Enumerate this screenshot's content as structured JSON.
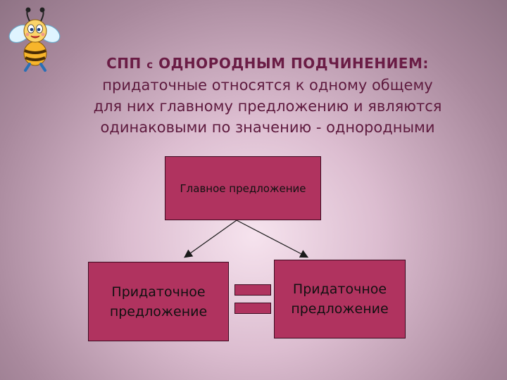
{
  "title": {
    "part1": "СПП",
    "part2": "с",
    "part3": "ОДНОРОДНЫМ ПОДЧИНЕНИЕМ:",
    "line2": "придаточные относятся  к одному общему",
    "line3": "для них главному предложению и являются",
    "line4": "одинаковыми по значению - однородными"
  },
  "diagram": {
    "main_clause": "Главное предложение",
    "sub_clause_left_line1": "Придаточное",
    "sub_clause_left_line2": "предложение",
    "sub_clause_right_line1": "Придаточное",
    "sub_clause_right_line2": "предложение",
    "relation": "equal-sign"
  },
  "colors": {
    "box_fill": "#b0335f",
    "box_border": "#3c0a20",
    "heading_text": "#6a1c45",
    "background_center": "#f6e3ee",
    "background_edge": "#8f7385"
  },
  "icons": {
    "decoration": "bee-mascot-icon"
  }
}
